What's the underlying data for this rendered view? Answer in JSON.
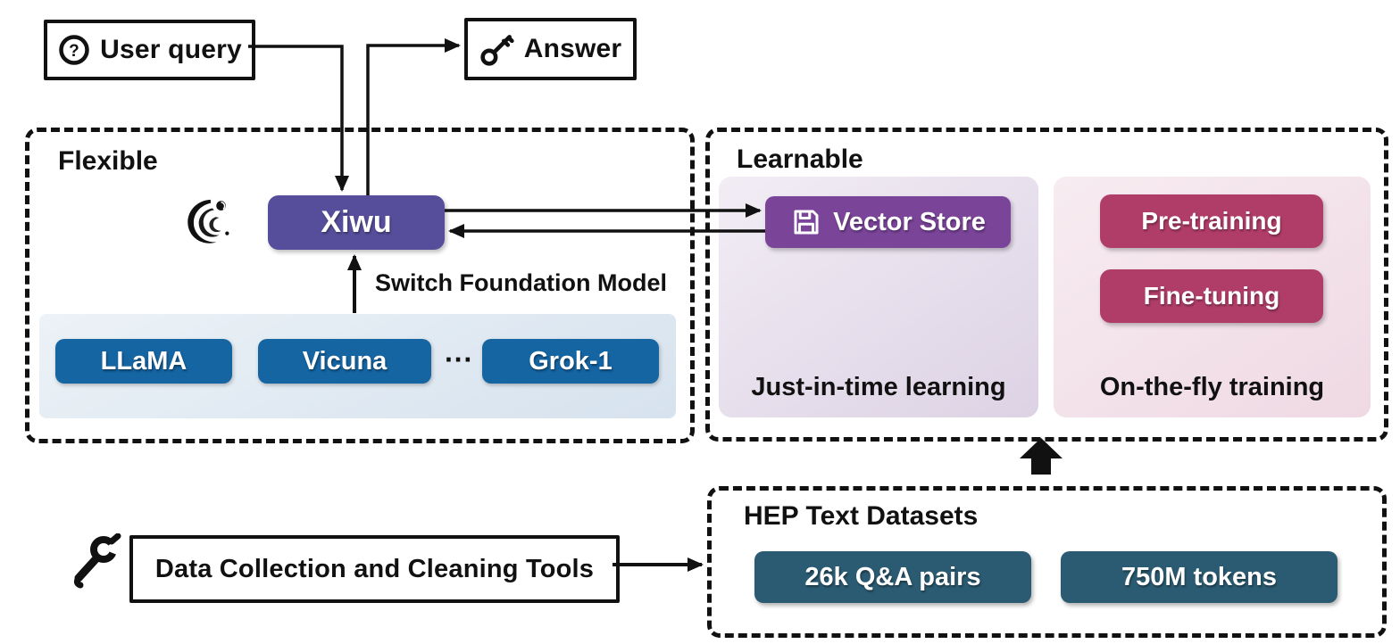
{
  "top": {
    "user_query": "User query",
    "answer": "Answer"
  },
  "flexible": {
    "title": "Flexible",
    "xiwu_label": "Xiwu",
    "switch_label": "Switch Foundation Model",
    "ellipsis": "···",
    "models": [
      {
        "label": "LLaMA"
      },
      {
        "label": "Vicuna"
      },
      {
        "label": "Grok-1"
      }
    ]
  },
  "learnable": {
    "title": "Learnable",
    "jit_panel": {
      "button": "Vector Store",
      "caption": "Just-in-time learning"
    },
    "otf_panel": {
      "buttons": [
        {
          "label": "Pre-training"
        },
        {
          "label": "Fine-tuning"
        }
      ],
      "caption": "On-the-fly training"
    }
  },
  "datasets": {
    "title": "HEP Text Datasets",
    "items": [
      {
        "label": "26k Q&A pairs"
      },
      {
        "label": "750M tokens"
      }
    ]
  },
  "pipeline": {
    "tools_label": "Data Collection and Cleaning Tools"
  },
  "icons": [
    "question-circle-icon",
    "key-icon",
    "xiwu-logo",
    "save-icon",
    "wrench-icon",
    "up-block-arrow-icon"
  ],
  "colors": {
    "xiwu_purple": "#564e9b",
    "vector_store_purple": "#7a4499",
    "training_crimson": "#b03d68",
    "model_blue": "#1565a3",
    "dataset_teal": "#2b5b72",
    "jit_panel_bg": "#e4dbec",
    "otf_panel_bg": "#f3e2e9",
    "model_panel_bg": "#dde8f1",
    "line_black": "#111111"
  }
}
